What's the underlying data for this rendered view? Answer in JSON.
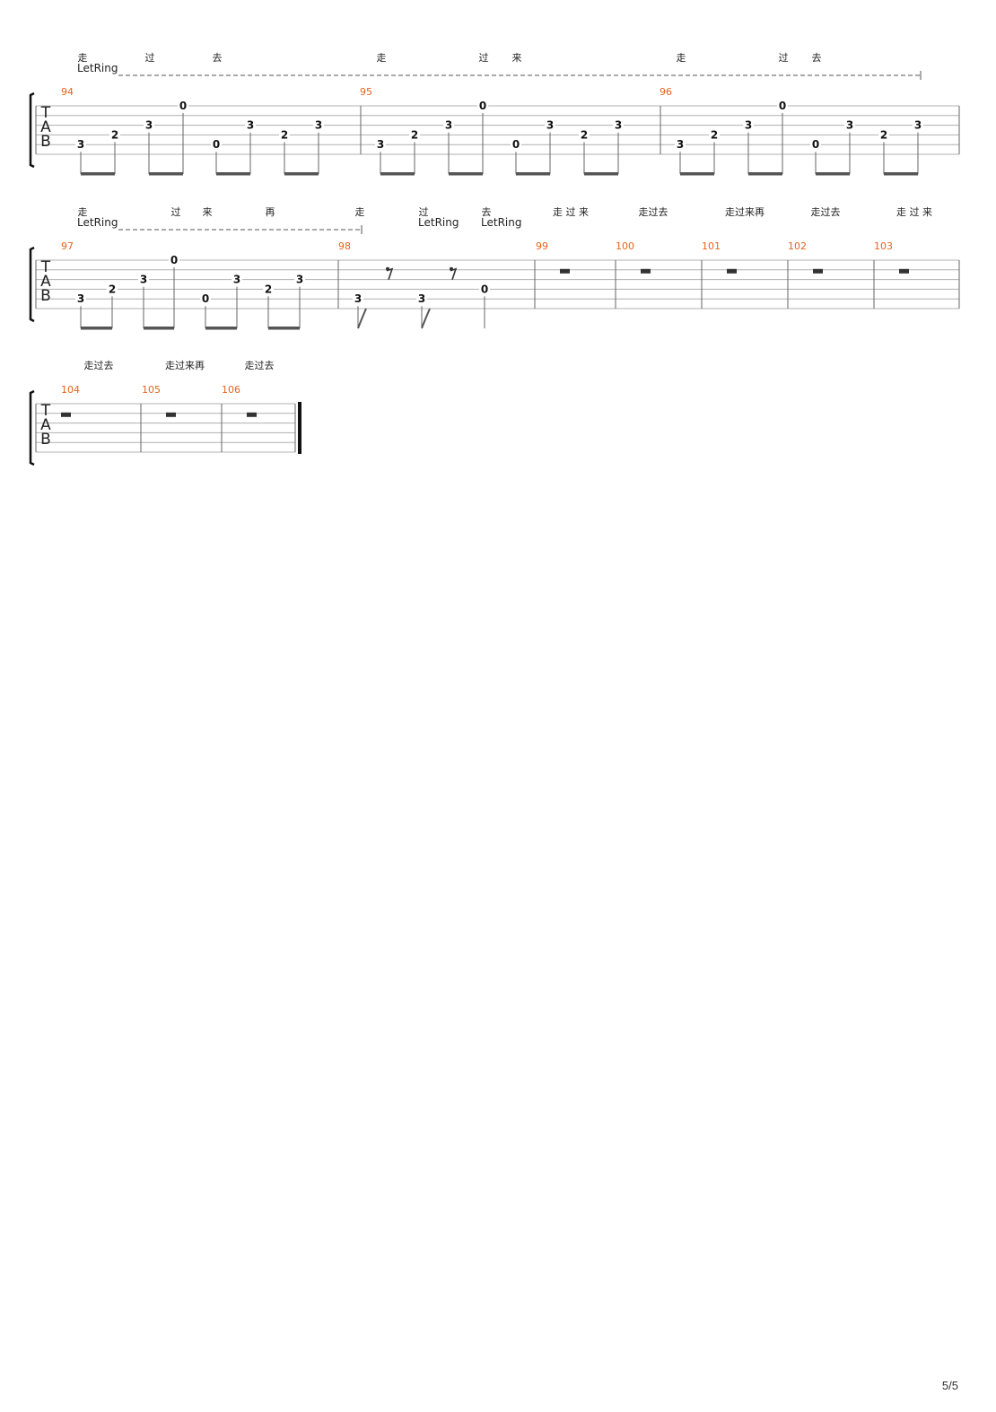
{
  "page": {
    "number": "5/5"
  },
  "tab_clef": [
    "T",
    "A",
    "B"
  ],
  "let_ring_label": "LetRing",
  "systems": [
    {
      "lyrics": [
        "走",
        "过",
        "去",
        "走",
        "过",
        "来",
        "走",
        "过",
        "去"
      ],
      "let_ring_marks": 1,
      "measures": [
        {
          "number": "94",
          "notes": [
            "3",
            "2",
            "3",
            "0",
            "0",
            "3",
            "2",
            "3"
          ]
        },
        {
          "number": "95",
          "notes": [
            "3",
            "2",
            "3",
            "0",
            "0",
            "3",
            "2",
            "3"
          ]
        },
        {
          "number": "96",
          "notes": [
            "3",
            "2",
            "3",
            "0",
            "0",
            "3",
            "2",
            "3"
          ]
        }
      ]
    },
    {
      "lyrics": [
        "走",
        "过",
        "来",
        "再",
        "走",
        "过",
        "去",
        "走 过 来",
        "走过去",
        "走过来再",
        "走过去",
        "走 过 来"
      ],
      "let_ring_marks": 3,
      "measures": [
        {
          "number": "97",
          "notes": [
            "3",
            "2",
            "3",
            "0",
            "0",
            "3",
            "2",
            "3"
          ]
        },
        {
          "number": "98",
          "notes": [
            "3",
            "3",
            "0"
          ]
        },
        {
          "number": "99",
          "notes": []
        },
        {
          "number": "100",
          "notes": []
        },
        {
          "number": "101",
          "notes": []
        },
        {
          "number": "102",
          "notes": []
        },
        {
          "number": "103",
          "notes": []
        }
      ]
    },
    {
      "lyrics": [
        "走过去",
        "走过来再",
        "走过去"
      ],
      "let_ring_marks": 0,
      "measures": [
        {
          "number": "104",
          "notes": []
        },
        {
          "number": "105",
          "notes": []
        },
        {
          "number": "106",
          "notes": []
        }
      ]
    }
  ]
}
